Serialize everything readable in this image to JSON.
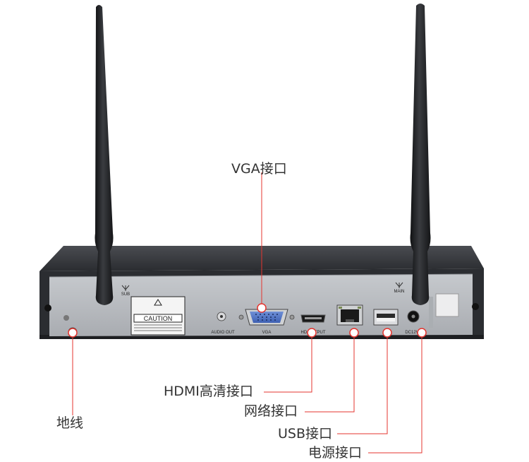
{
  "device": {
    "body_color": "#2b2d31",
    "panel_color": "#b9bcc0",
    "antenna_color": "#1e1f22",
    "ports": {
      "caution": "CAUTION",
      "audio": "AUDIO OUT",
      "vga": "VGA",
      "hdmi": "HD OUTPUT",
      "dc": "DC12V",
      "sub": "SUB",
      "main": "MAIN"
    }
  },
  "labels": {
    "vga": "VGA接口",
    "hdmi": "HDMI高清接口",
    "network": "网络接口",
    "usb": "USB接口",
    "power": "电源接口",
    "ground": "地线"
  },
  "accent": "#e5352f",
  "icons": [
    "antenna-icon",
    "ground-icon",
    "warning-icon",
    "screw-icon"
  ]
}
